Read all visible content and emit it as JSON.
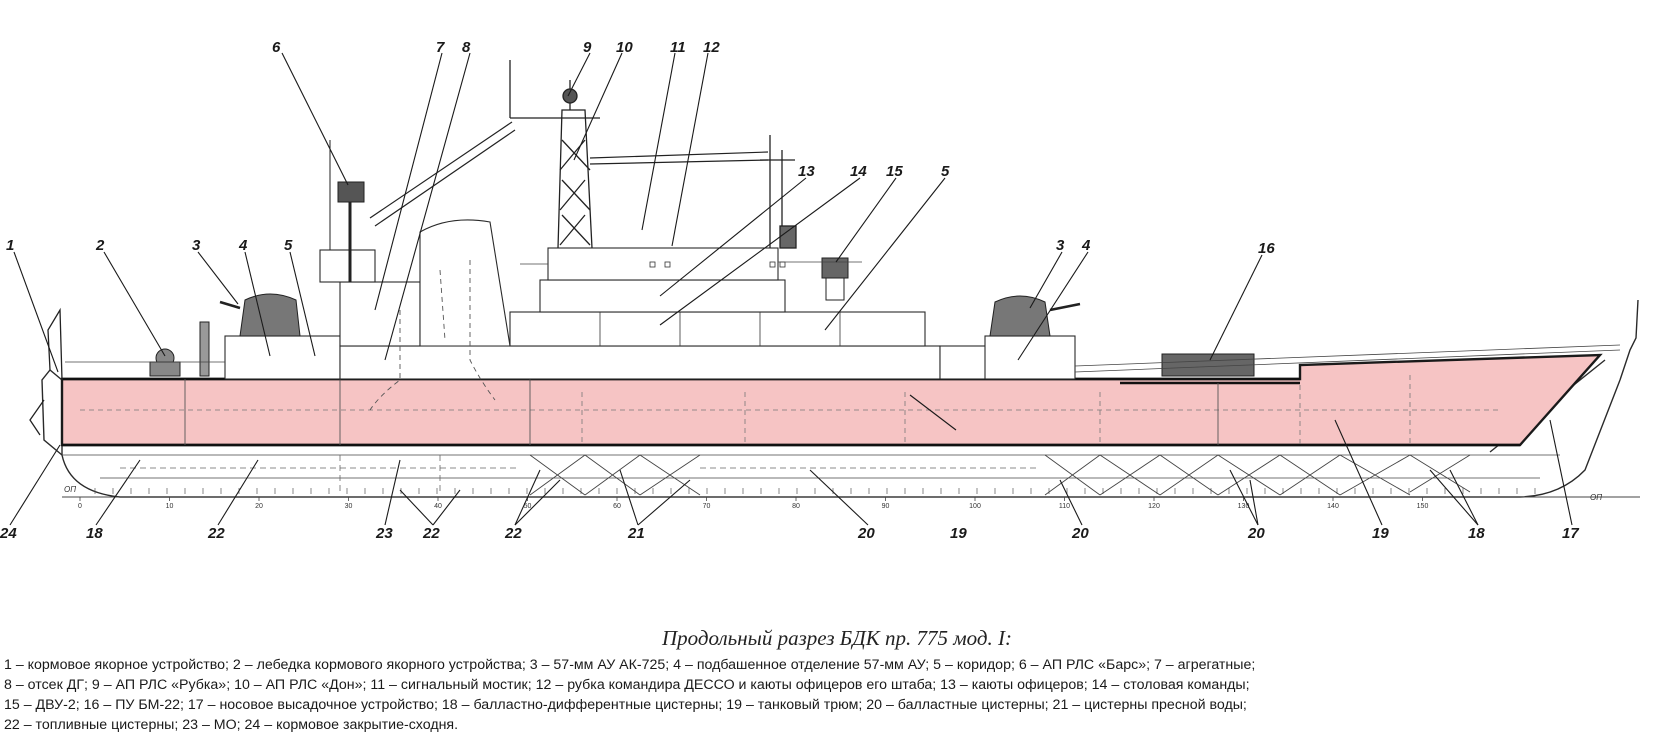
{
  "caption": {
    "title": "Продольный разрез БДК пр. 775 мод. I:",
    "lines": [
      "1 – кормовое якорное устройство; 2 – лебедка кормового якорного устройства; 3 – 57-мм АУ АК-725; 4 – подбашенное отделение 57-мм АУ; 5 – коридор; 6 – АП РЛС «Барс»; 7 – агрегатные;",
      "8 – отсек ДГ; 9 – АП РЛС «Рубка»; 10 – АП РЛС «Дон»; 11 – сигнальный мостик; 12 – рубка командира ДЕССО и каюты офицеров его штаба; 13 – каюты офицеров; 14 – столовая команды;",
      "15 – ДВУ-2; 16 – ПУ БМ-22; 17 – носовое высадочное устройство; 18 – балластно-дифферентные цистерны; 19 – танковый трюм; 20 – балластные цистерны; 21 – цистерны пресной воды;",
      "22 – топливные цистерны; 23 – МО; 24 – кормовое закрытие-сходня."
    ]
  },
  "callouts": [
    {
      "id": "c1",
      "label": "1"
    },
    {
      "id": "c2",
      "label": "2"
    },
    {
      "id": "c3a",
      "label": "3"
    },
    {
      "id": "c4a",
      "label": "4"
    },
    {
      "id": "c5a",
      "label": "5"
    },
    {
      "id": "c6",
      "label": "6"
    },
    {
      "id": "c7",
      "label": "7"
    },
    {
      "id": "c8",
      "label": "8"
    },
    {
      "id": "c9",
      "label": "9"
    },
    {
      "id": "c10",
      "label": "10"
    },
    {
      "id": "c11",
      "label": "11"
    },
    {
      "id": "c12",
      "label": "12"
    },
    {
      "id": "c13",
      "label": "13"
    },
    {
      "id": "c14",
      "label": "14"
    },
    {
      "id": "c15",
      "label": "15"
    },
    {
      "id": "c5b",
      "label": "5"
    },
    {
      "id": "c3b",
      "label": "3"
    },
    {
      "id": "c4b",
      "label": "4"
    },
    {
      "id": "c16",
      "label": "16"
    },
    {
      "id": "c24",
      "label": "24"
    },
    {
      "id": "c18a",
      "label": "18"
    },
    {
      "id": "c22a",
      "label": "22"
    },
    {
      "id": "c23",
      "label": "23"
    },
    {
      "id": "c22b",
      "label": "22"
    },
    {
      "id": "c22c",
      "label": "22"
    },
    {
      "id": "c21",
      "label": "21"
    },
    {
      "id": "c20a",
      "label": "20"
    },
    {
      "id": "c19a",
      "label": "19"
    },
    {
      "id": "c20b",
      "label": "20"
    },
    {
      "id": "c20c",
      "label": "20"
    },
    {
      "id": "c19b",
      "label": "19"
    },
    {
      "id": "c18b",
      "label": "18"
    },
    {
      "id": "c17",
      "label": "17"
    }
  ],
  "frame_scale": {
    "marks": [
      "0",
      "10",
      "20",
      "30",
      "40",
      "50",
      "60",
      "70",
      "80",
      "90",
      "100",
      "110",
      "120",
      "130",
      "140",
      "150"
    ],
    "baseline_label_left": "ОП",
    "baseline_label_right": "ОП"
  },
  "colors": {
    "tank_hold_highlight": "#f6c4c4",
    "line": "#2a2a2a",
    "dashed": "#555555"
  }
}
